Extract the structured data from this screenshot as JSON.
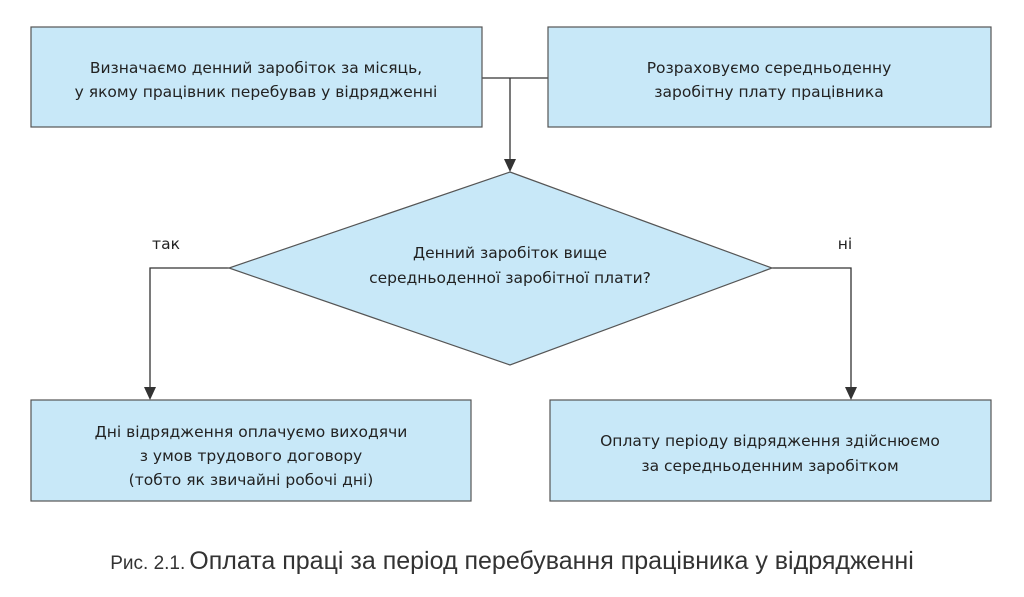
{
  "nodes": {
    "start": {
      "lines": [
        "Визначаємо денний заробіток за місяць,",
        "у якому працівник перебував у відрядженні"
      ]
    },
    "average": {
      "lines": [
        "Розраховуємо середньоденну",
        "заробітну плату працівника"
      ]
    },
    "decision": {
      "lines": [
        "Денний заробіток вище",
        "середньоденної заробітної плати?"
      ]
    },
    "yes_result": {
      "lines": [
        "Дні відрядження оплачуємо виходячи",
        "з умов трудового договору",
        "(тобто як звичайні робочі дні)"
      ]
    },
    "no_result": {
      "lines": [
        "Оплату періоду відрядження здійснюємо",
        "за середньоденним заробітком"
      ]
    }
  },
  "edges": {
    "yes_label": "так",
    "no_label": "ні"
  },
  "caption": {
    "prefix": "Рис. 2.1.",
    "text": "Оплата праці за період перебування працівника у відрядженні"
  },
  "colors": {
    "box_fill": "#c8e8f8",
    "stroke": "#555555"
  }
}
